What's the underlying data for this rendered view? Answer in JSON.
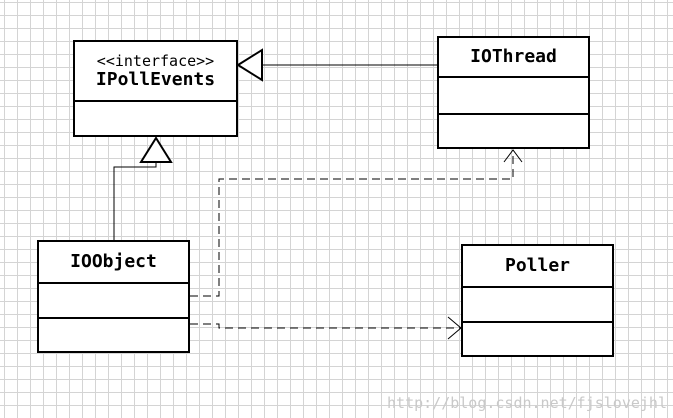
{
  "classes": {
    "ipollevents": {
      "stereotype": "<<interface>>",
      "name": "IPollEvents"
    },
    "iothread": {
      "name": "IOThread"
    },
    "ioobject": {
      "name": "IOObject"
    },
    "poller": {
      "name": "Poller"
    }
  },
  "relations": [
    {
      "from": "IOThread",
      "to": "IPollEvents",
      "kind": "realization"
    },
    {
      "from": "IOObject",
      "to": "IPollEvents",
      "kind": "realization"
    },
    {
      "from": "IOObject",
      "to": "IOThread",
      "kind": "dependency"
    },
    {
      "from": "IOObject",
      "to": "Poller",
      "kind": "dependency"
    }
  ],
  "watermark": "http://blog.csdn.net/fjslovejhl"
}
